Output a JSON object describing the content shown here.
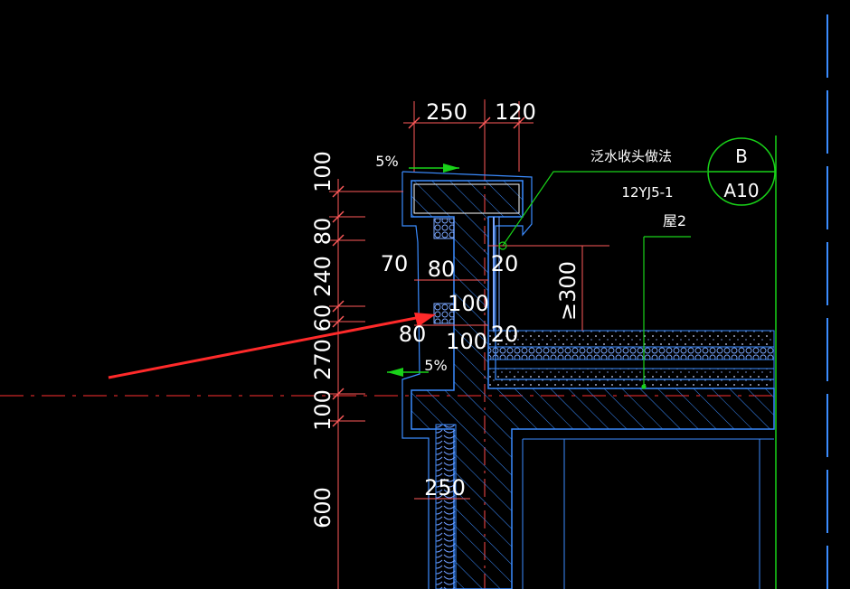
{
  "drawing": {
    "dims_top": [
      "250",
      "120"
    ],
    "dims_left": [
      "100",
      "80",
      "240",
      "60",
      "270",
      "100",
      "600"
    ],
    "dims_inner": {
      "d70": "70",
      "d80a": "80",
      "d100a": "100",
      "d80b": "80",
      "d100b": "100",
      "d20a": "20",
      "d20b": "20",
      "height": "≥300",
      "bottom_250": "250"
    },
    "slope_top": "5%",
    "slope_bottom": "5%",
    "note_title": "泛水收头做法",
    "note_ref": "12YJ5-1",
    "roof_label": "屋2",
    "grid_bubble": {
      "letter": "B",
      "sheet": "A10"
    },
    "colors": {
      "background": "#000000",
      "outline": "#3b8cff",
      "dimension": "#ff5a5a",
      "leader": "#19d219",
      "arrow": "#ff2a2a",
      "text": "#ffffff"
    }
  }
}
